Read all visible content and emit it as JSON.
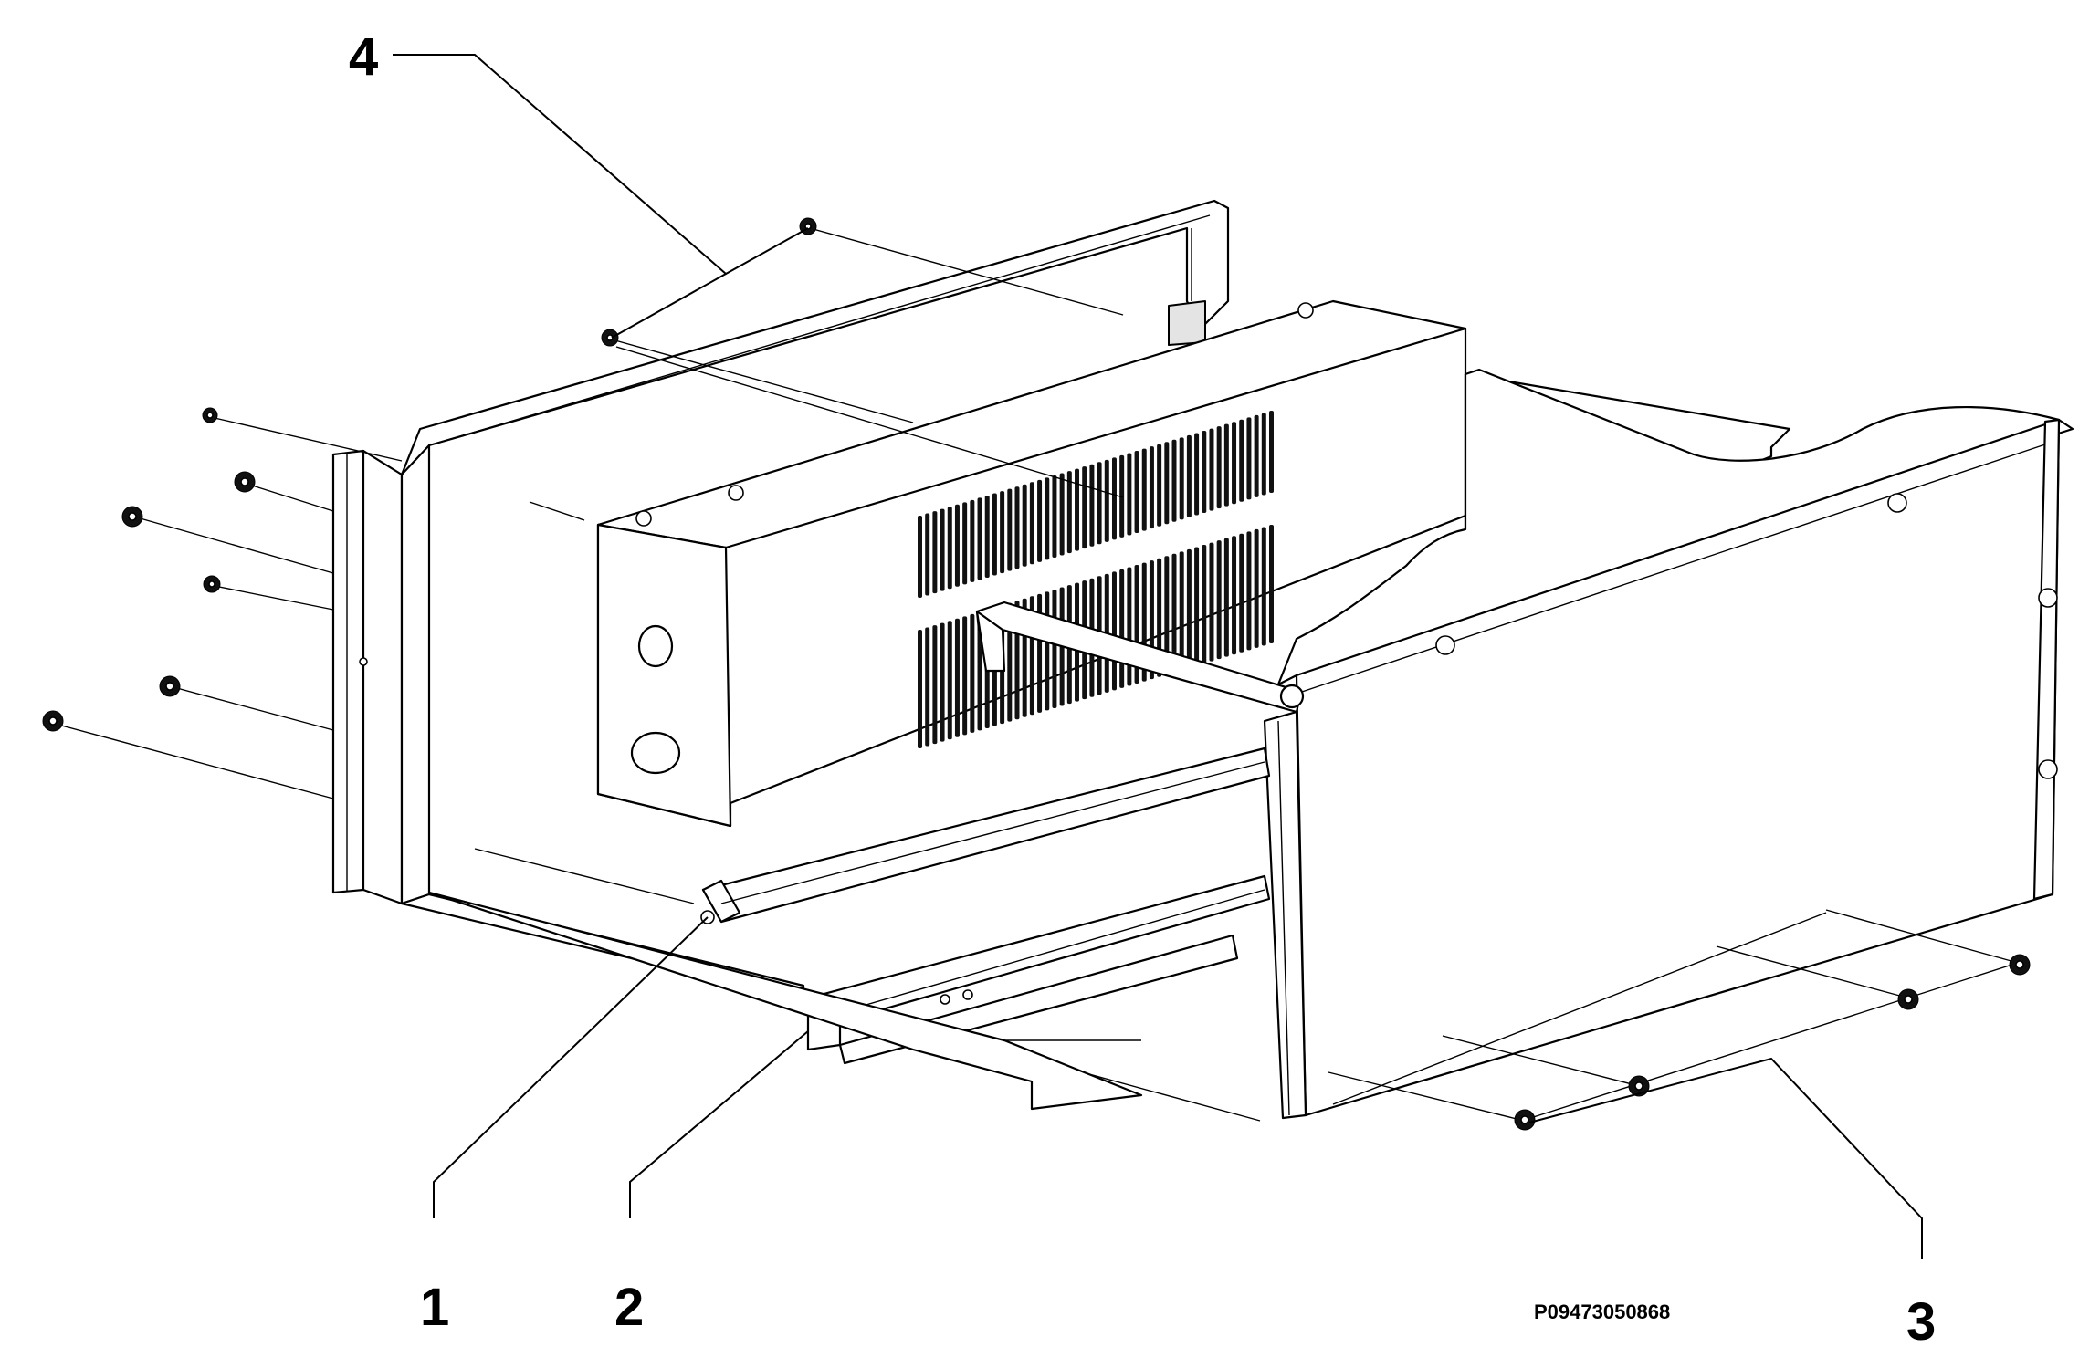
{
  "callouts": {
    "item_1": "1",
    "item_2": "2",
    "item_3": "3",
    "item_4": "4"
  },
  "drawing_code": "P09473050868"
}
